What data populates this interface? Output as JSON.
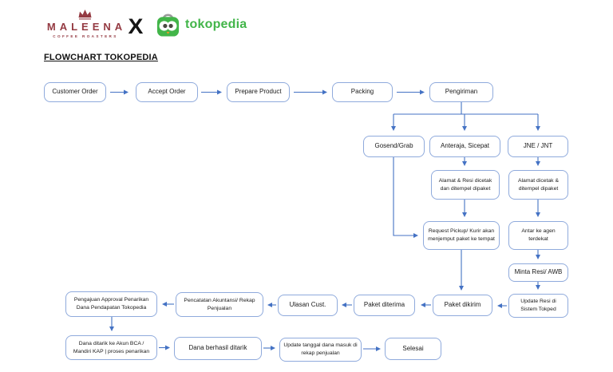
{
  "header": {
    "brand": {
      "name": "MALEENA",
      "tagline": "COFFEE ROASTERS"
    },
    "collab_mark": "X",
    "partner": {
      "name": "tokopedia"
    }
  },
  "title": "FLOWCHART TOKOPEDIA",
  "flowchart": {
    "nodes": {
      "customer_order": "Customer Order",
      "accept_order": "Accept Order",
      "prepare_product": "Prepare Product",
      "packing": "Packing",
      "pengiriman": "Pengiriman",
      "gosend_grab": "Gosend/Grab",
      "anteraja_sicepat": "Anteraja, Sicepat",
      "jne_jnt": "JNE / JNT",
      "alamat_resi": "Alamat & Resi dicetak dan ditempel dipaket",
      "alamat_dicetak": "Alamat dicetak & ditempel dipaket",
      "request_pickup": "Request Pickup/ Kurir akan menjemput paket ke tempat",
      "antar_agen": "Antar ke agen terdekat",
      "minta_resi": "Minta Resi/ AWB",
      "update_resi": "Update Resi di Sistem Tokped",
      "paket_dikirim": "Paket dikirim",
      "paket_diterima": "Paket diterima",
      "ulasan_cust": "Ulasan Cust.",
      "pencatatan": "Pencatatan Akuntansi/ Rekap Penjualan",
      "pengajuan": "Pengajuan Approval Penarikan Dana Pendapatan Tokopedia",
      "dana_ditarik": "Dana ditarik ke Akun BCA / Mandiri KAP | proses penarikan",
      "dana_berhasil": "Dana berhasil ditarik",
      "update_tanggal": "Update tanggal dana masuk di rekap penjualan",
      "selesai": "Selesai"
    }
  },
  "colors": {
    "box_border": "#8faadc",
    "arrow": "#4472c4",
    "brand_red": "#943a42",
    "tokopedia_green": "#42b549",
    "handle_gray": "#9a9a9a",
    "beak_orange": "#f09b27",
    "text_color": "#1a1a1a"
  }
}
